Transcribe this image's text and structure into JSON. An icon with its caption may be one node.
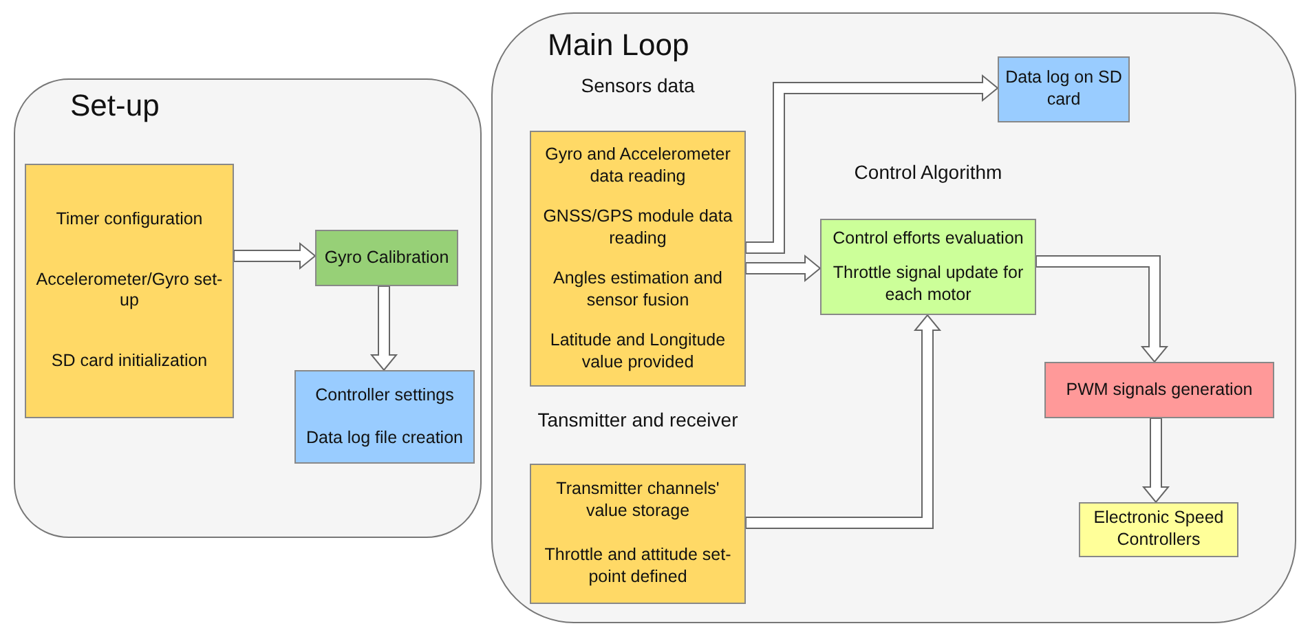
{
  "diagram": {
    "nodes": [
      {
        "text": [
          "Set-up"
        ]
      },
      {
        "text": [
          "Timer configuration",
          "Accelerometer/Gyro set-up",
          "SD card initialization"
        ],
        "in": 0
      },
      {
        "text": [
          "Gyro Calibration"
        ],
        "in": 0
      },
      {
        "text": [
          "Controller settings",
          "Data log file creation"
        ],
        "in": 0
      },
      {
        "text": [
          "Main Loop"
        ]
      },
      {
        "text": [
          "Sensors data",
          "Gyro and Accelerometer data reading",
          "GNSS/GPS module data reading",
          "Angles estimation and sensor fusion",
          "Latitude and Longitude value provided"
        ],
        "in": 4
      },
      {
        "text": [
          "Control Algorithm",
          "Control efforts evaluation",
          "Throttle signal update for each motor"
        ],
        "in": 4
      },
      {
        "text": [
          "Data log on SD card"
        ],
        "in": 4
      },
      {
        "text": [
          "Tansmitter and receiver",
          "Transmitter channels' value storage",
          "Throttle and attitude set-point defined"
        ],
        "in": 4
      },
      {
        "text": [
          "PWM signals generation"
        ],
        "in": 4
      },
      {
        "text": [
          "Electronic Speed Controllers"
        ],
        "in": 4
      }
    ],
    "edges": [
      {
        "from": 1,
        "to": 2,
        "arrow": "to"
      },
      {
        "from": 2,
        "to": 3,
        "arrow": "to"
      },
      {
        "from": 5,
        "to": 6,
        "arrow": "to"
      },
      {
        "from": 5,
        "to": 7,
        "arrow": "to"
      },
      {
        "from": 8,
        "to": 6,
        "arrow": "to"
      },
      {
        "from": 6,
        "to": 9,
        "arrow": "to"
      },
      {
        "from": 9,
        "to": 10,
        "arrow": "to"
      }
    ]
  }
}
